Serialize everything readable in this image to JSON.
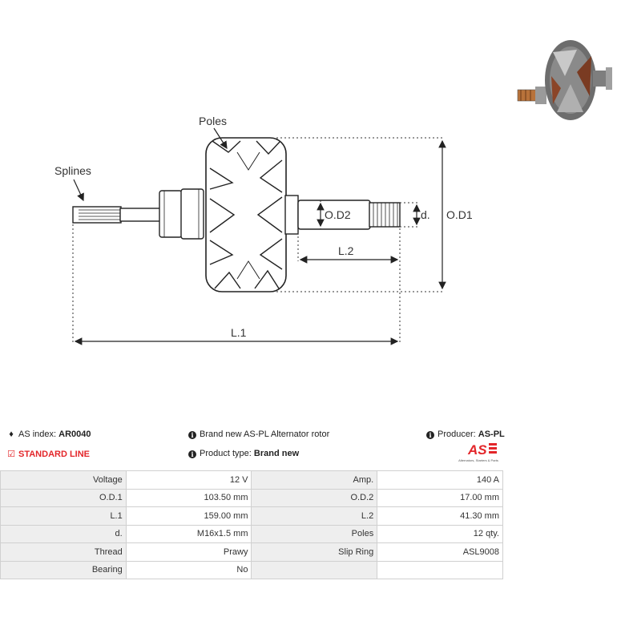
{
  "diagram": {
    "labels": {
      "poles": "Poles",
      "splines": "Splines",
      "od1": "O.D1",
      "od2": "O.D2",
      "d": "d.",
      "l1": "L.1",
      "l2": "L.2"
    }
  },
  "info": {
    "as_index_label": "AS index:",
    "as_index_value": "AR0040",
    "line": "STANDARD LINE",
    "description": "Brand new AS-PL Alternator rotor",
    "product_type_label": "Product type:",
    "product_type_value": "Brand new",
    "producer_label": "Producer:",
    "producer_value": "AS-PL"
  },
  "logo": {
    "mark": "AS",
    "tagline": "Alternators, Starters & Parts"
  },
  "specs": [
    {
      "label1": "Voltage",
      "value1": "12 V",
      "label2": "Amp.",
      "value2": "140 A"
    },
    {
      "label1": "O.D.1",
      "value1": "103.50 mm",
      "label2": "O.D.2",
      "value2": "17.00 mm"
    },
    {
      "label1": "L.1",
      "value1": "159.00 mm",
      "label2": "L.2",
      "value2": "41.30 mm"
    },
    {
      "label1": "d.",
      "value1": "M16x1.5 mm",
      "label2": "Poles",
      "value2": "12 qty."
    },
    {
      "label1": "Thread",
      "value1": "Prawy",
      "label2": "Slip Ring",
      "value2": "ASL9008"
    },
    {
      "label1": "Bearing",
      "value1": "No",
      "label2": "",
      "value2": ""
    }
  ],
  "colors": {
    "accent_red": "#e3262a",
    "label_cell_bg": "#eeeeee",
    "border": "#d0d0d0"
  }
}
